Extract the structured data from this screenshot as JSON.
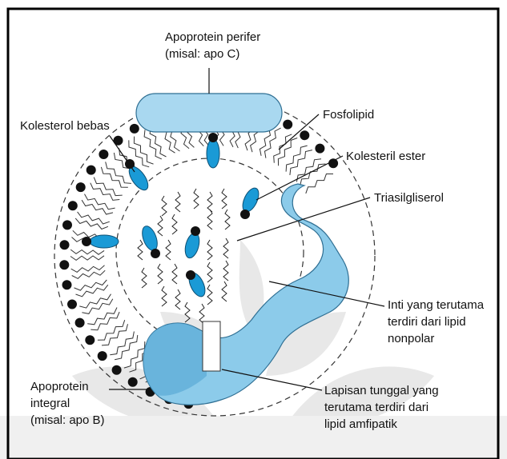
{
  "labels": {
    "peripheral_apoprotein": {
      "line1": "Apoprotein perifer",
      "line2": "(misal: apo C)"
    },
    "free_cholesterol": "Kolesterol bebas",
    "phospholipid": "Fosfolipid",
    "cholesteryl_ester": "Kolesteril ester",
    "triacylglycerol": "Triasilgliserol",
    "core": {
      "line1": "Inti yang terutama",
      "line2": "terdiri dari lipid",
      "line3": "nonpolar"
    },
    "integral_apoprotein": {
      "line1": "Apoprotein",
      "line2": "integral",
      "line3": "(misal: apo B)"
    },
    "monolayer": {
      "line1": "Lapisan tunggal yang",
      "line2": "terutama terdiri dari",
      "line3": "lipid amfipatik"
    }
  },
  "colors": {
    "protein_light": "#a9d8f0",
    "protein_mid": "#7ec3e6",
    "protein_dark": "#5aa9d6",
    "cholesterol_blue": "#1a9ad6",
    "head_black": "#111111",
    "watermark_gray": "#e6e6e6"
  }
}
